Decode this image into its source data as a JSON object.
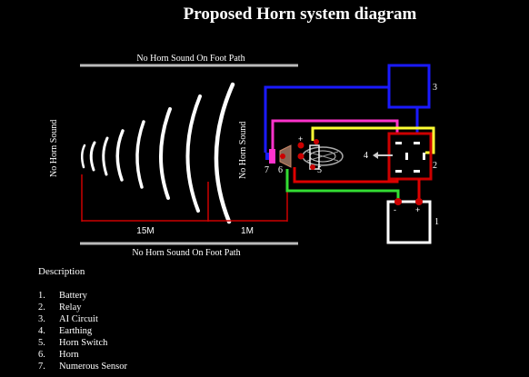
{
  "title": "Proposed Horn system diagram",
  "top_path_label": "No Horn Sound On Foot Path",
  "bottom_path_label": "No Horn Sound On Foot Path",
  "left_side_label": "No Horn Sound",
  "middle_side_label": "No Horn Sound",
  "distance_15m": "15M",
  "distance_1m": "1M",
  "component_numbers": {
    "n1": "1",
    "n2": "2",
    "n3": "3",
    "n4": "4",
    "n5": "5",
    "n6": "6",
    "n7": "7"
  },
  "battery_terminals": {
    "negative": "-",
    "positive": "+"
  },
  "switch_plus": "+",
  "description_title": "Description",
  "legend": [
    {
      "num": "1.",
      "label": "Battery"
    },
    {
      "num": "2.",
      "label": "Relay"
    },
    {
      "num": "3.",
      "label": "AI Circuit"
    },
    {
      "num": "4.",
      "label": "Earthing"
    },
    {
      "num": "5.",
      "label": "Horn Switch"
    },
    {
      "num": "6.",
      "label": "Horn"
    },
    {
      "num": "7.",
      "label": "Numerous Sensor"
    }
  ],
  "colors": {
    "background": "#000000",
    "wire_blue": "#1a1aff",
    "wire_magenta": "#ff33cc",
    "wire_yellow": "#ffff33",
    "wire_green": "#33dd33",
    "wire_red": "#dd0000",
    "relay_box": "#cc0000",
    "dimension_line": "#cc0000",
    "path_line": "#bbbbbb"
  }
}
